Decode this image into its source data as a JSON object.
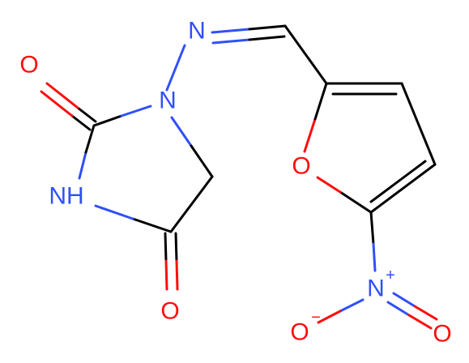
{
  "molecule": {
    "atoms": {
      "o_carbonyl_top": "O",
      "n_ring": "N",
      "n_imine": "N",
      "nh": "NH",
      "o_carbonyl_bottom": "O",
      "o_furan": "O",
      "n_nitro": "N",
      "n_nitro_charge": "+",
      "o_nitro_right": "O",
      "o_nitro_left": "O",
      "o_nitro_left_charge": "−"
    },
    "colors": {
      "carbon_bond": "#000000",
      "oxygen": "#ff0d0d",
      "nitrogen": "#3050f8",
      "background": "#ffffff"
    }
  }
}
